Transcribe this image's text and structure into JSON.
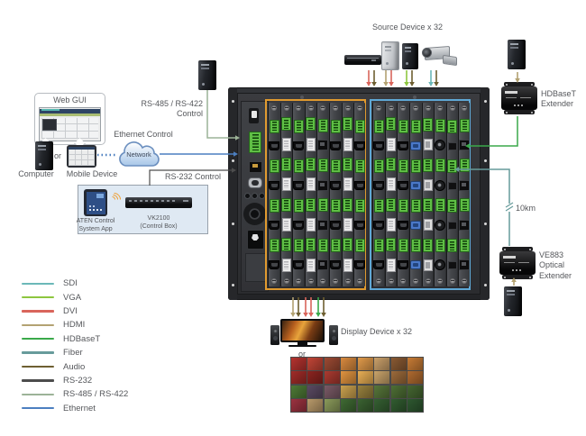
{
  "labels": {
    "source_device": "Source Device x 32",
    "display_device": "Display Device x 32",
    "or_left": "or",
    "or_bottom": "or",
    "web_gui": "Web GUI",
    "computer": "Computer",
    "mobile_device": "Mobile Device",
    "network": "Network",
    "ethernet_control": "Ethernet Control",
    "rs485_control_line1": "RS-485 / RS-422",
    "rs485_control_line2": "Control",
    "rs232_control": "RS-232 Control",
    "aten_app_line1": "ATEN Control",
    "aten_app_line2": "System App",
    "vk2100": "VK2100",
    "vk2100_sub": "(Control Box)",
    "hdbaset_extender_line1": "HDBaseT",
    "hdbaset_extender_line2": "Extender",
    "distance": "10km",
    "ve883_line1": "VE883",
    "ve883_line2": "Optical",
    "ve883_line3": "Extender"
  },
  "legend": {
    "items": [
      {
        "id": "sdi",
        "label": "SDI",
        "color": "#6bb8b8"
      },
      {
        "id": "vga",
        "label": "VGA",
        "color": "#8dc63f"
      },
      {
        "id": "dvi",
        "label": "DVI",
        "color": "#d9655b"
      },
      {
        "id": "hdmi",
        "label": "HDMI",
        "color": "#b3a272"
      },
      {
        "id": "hdbaset",
        "label": "HDBaseT",
        "color": "#3aa94a"
      },
      {
        "id": "fiber",
        "label": "Fiber",
        "color": "#679b9b"
      },
      {
        "id": "audio",
        "label": "Audio",
        "color": "#6e5f31"
      },
      {
        "id": "rs232",
        "label": "RS-232",
        "color": "#4d4d4d"
      },
      {
        "id": "rs485",
        "label": "RS-485 / RS-422",
        "color": "#9cb397"
      },
      {
        "id": "ethernet",
        "label": "Ethernet",
        "color": "#4c7fc0"
      }
    ]
  },
  "chassis": {
    "output_slots": 8,
    "input_slots": 8,
    "output_outline_color": "#e09a2f",
    "input_outline_color": "#5fa8d5"
  },
  "video_wall": {
    "rows": 4,
    "cols": 8
  }
}
